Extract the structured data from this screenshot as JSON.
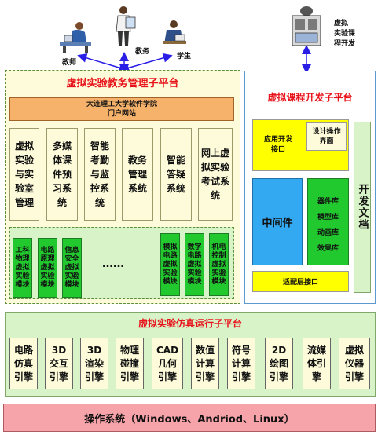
{
  "people": {
    "teacher": "教师",
    "academic": "教务",
    "student": "学生",
    "developer": [
      "虚拟",
      "实验课",
      "程开发"
    ]
  },
  "teaching_platform": {
    "title": "虚拟实验教务管理子平台",
    "portal": [
      "大连理工大学软件学院",
      "门户网站"
    ],
    "systems": [
      "虚拟实验与实验室管理",
      "多媒体课件预习系统",
      "智能考勤与监控系统",
      "教务管理系统",
      "智能答疑系统",
      "网上虚拟实验考试系统"
    ],
    "modules_left": [
      "工科物理虚拟实验模块",
      "电路原理虚拟实验模块",
      "信息安全虚拟实验模块"
    ],
    "ellipsis": "……",
    "modules_right": [
      "模拟电路虚拟实验模块",
      "数字电路虚拟实验模块",
      "机电控制虚拟实验模块"
    ]
  },
  "course_platform": {
    "title": "虚拟课程开发子平台",
    "app_interface": "应用开发接口",
    "design_interface": "设计操作界面",
    "middleware": "中间件",
    "libraries": [
      "器件库",
      "模型库",
      "动画库",
      "效果库"
    ],
    "adapter": "适配层接口",
    "dev_docs": "开发文档"
  },
  "runtime_platform": {
    "title": "虚拟实验仿真运行子平台",
    "engines": [
      "电路仿真引擎",
      "3D交互引擎",
      "3D渲染引擎",
      "物理碰撞引擎",
      "CAD几何引擎",
      "数值计算引擎",
      "符号计算引擎",
      "2D绘图引擎",
      "流媒体引擎",
      "虚拟仪器引擎"
    ]
  },
  "os_bar": "操作系统（Windows、Andriod、Linux）",
  "colors": {
    "title_red": "#e8131b",
    "cream": "#fdfbd9",
    "green": "#22c92e",
    "yellow": "#ffff00",
    "blue": "#33a9f2",
    "light_green": "#d8f3c8",
    "os_pink": "#f6a3a9",
    "portal_orange": "#f6b26b",
    "arrow_blue": "#2a1ee6"
  }
}
